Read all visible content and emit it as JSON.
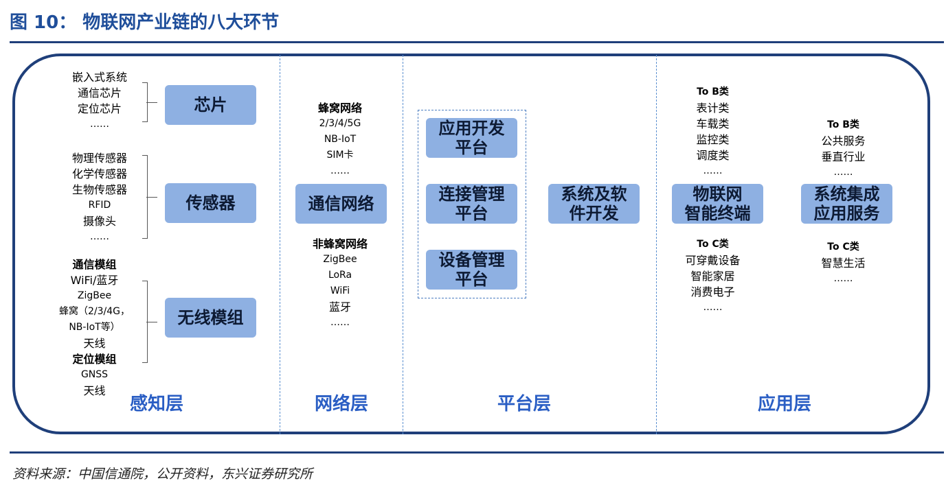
{
  "title": "图 10：  物联网产业链的八大环节",
  "source": "资料来源：中国信通院，公开资料，东兴证券研究所",
  "layers": {
    "perception": "感知层",
    "network": "网络层",
    "platform": "平台层",
    "application": "应用层"
  },
  "perception": {
    "chip": {
      "box": "芯片",
      "items": [
        "嵌入式系统",
        "通信芯片",
        "定位芯片",
        "……"
      ]
    },
    "sensor": {
      "box": "传感器",
      "items": [
        "物理传感器",
        "化学传感器",
        "生物传感器",
        "RFID",
        "摄像头",
        "……"
      ]
    },
    "wireless": {
      "box": "无线模组",
      "items": [
        "通信模组",
        "WiFi/蓝牙",
        "ZigBee",
        "蜂窝（2/3/4G，",
        "NB-IoT等）",
        "天线",
        "定位模组",
        "GNSS",
        "天线"
      ]
    }
  },
  "network": {
    "box": "通信网络",
    "cellular": {
      "header": "蜂窝网络",
      "items": [
        "2/3/4/5G",
        "NB-IoT",
        "SIM卡",
        "……"
      ]
    },
    "noncellular": {
      "header": "非蜂窝网络",
      "items": [
        "ZigBee",
        "LoRa",
        "WiFi",
        "蓝牙",
        "……"
      ]
    }
  },
  "platform": {
    "app_dev": [
      "应用开发",
      "平台"
    ],
    "connect": [
      "连接管理",
      "平台"
    ],
    "device": [
      "设备管理",
      "平台"
    ],
    "software": [
      "系统及软",
      "件开发"
    ]
  },
  "application": {
    "terminal": {
      "box": [
        "物联网",
        "智能终端"
      ],
      "tob": {
        "header": "To B类",
        "items": [
          "表计类",
          "车载类",
          "监控类",
          "调度类",
          "……"
        ]
      },
      "toc": {
        "header": "To C类",
        "items": [
          "可穿戴设备",
          "智能家居",
          "消费电子",
          "……"
        ]
      }
    },
    "service": {
      "box": [
        "系统集成",
        "应用服务"
      ],
      "tob": {
        "header": "To B类",
        "items": [
          "公共服务",
          "垂直行业",
          "……"
        ]
      },
      "toc": {
        "header": "To C类",
        "items": [
          "智慧生活",
          "……"
        ]
      }
    }
  }
}
